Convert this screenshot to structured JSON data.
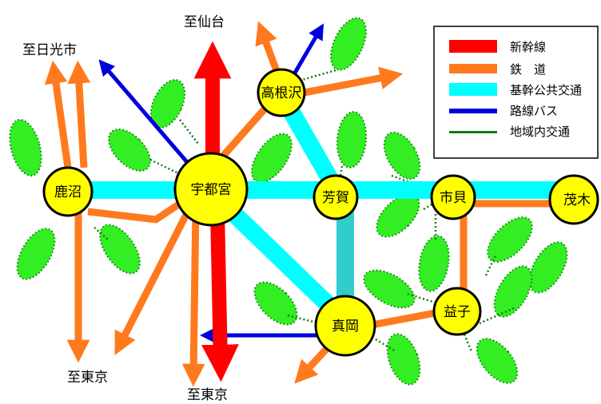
{
  "colors": {
    "shinkansen": "#ff0000",
    "railway": "#ff7a1e",
    "trunk": "#00ffff",
    "bus": "#0000dd",
    "local": "#117a11",
    "node_fill": "#ffff00",
    "leaf_fill": "#33ee22"
  },
  "destinations": {
    "sendai": "至仙台",
    "nikko": "至日光市",
    "tokyo_left": "至東京",
    "tokyo_center": "至東京"
  },
  "nodes": {
    "kanuma": "鹿沼",
    "utsunomiya": "宇都宮",
    "takanezawa": "高根沢",
    "haga": "芳賀",
    "ichikai": "市貝",
    "motegi": "茂木",
    "moka": "真岡",
    "mashiko": "益子"
  },
  "legend": {
    "shinkansen": "新幹線",
    "railway": "鉄　道",
    "trunk": "基幹公共交通",
    "bus": "路線バス",
    "local": "地域内交通"
  }
}
